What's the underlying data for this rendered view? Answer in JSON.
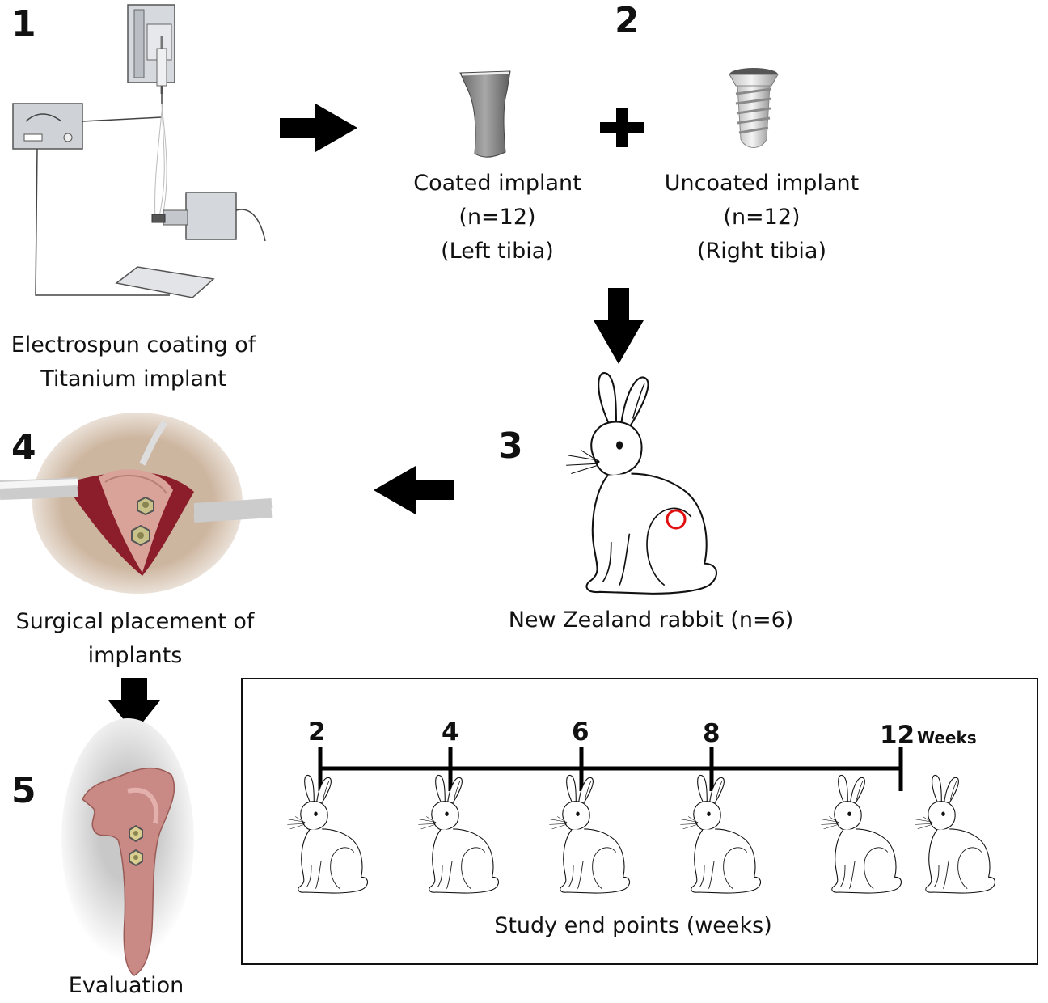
{
  "steps": {
    "s1": "1",
    "s2": "2",
    "s3": "3",
    "s4": "4",
    "s5": "5"
  },
  "captions": {
    "electrospun": [
      "Electrospun coating of",
      "Titanium implant"
    ],
    "coated": [
      "Coated implant",
      "(n=12)",
      "(Left tibia)"
    ],
    "uncoated": [
      "Uncoated implant",
      "(n=12)",
      "(Right tibia)"
    ],
    "rabbit": "New Zealand rabbit (n=6)",
    "surgical": [
      "Surgical placement of",
      "implants"
    ],
    "evaluation": "Evaluation"
  },
  "timeline": {
    "points": [
      "2",
      "4",
      "6",
      "8",
      "12"
    ],
    "unit": "Weeks",
    "caption": "Study end points (weeks)"
  },
  "colors": {
    "arrow": "#000000",
    "tissue": "#8b1e2a",
    "muscle": "#d9a39a",
    "bone": "#c98a86",
    "marker": "#e01010",
    "skin": "#cdb6a0"
  },
  "icons": [
    "electrospinning-apparatus",
    "coated-implant",
    "plus-icon",
    "uncoated-screw-implant",
    "rabbit-icon",
    "surgery-illustration",
    "tibia-bone",
    "arrow-right",
    "arrow-down",
    "arrow-left"
  ]
}
